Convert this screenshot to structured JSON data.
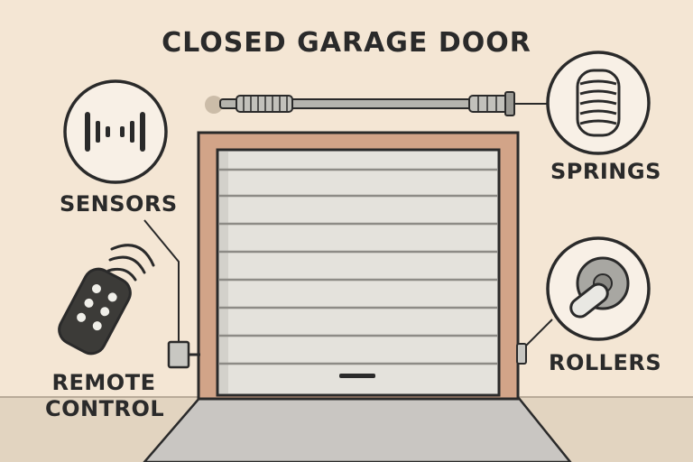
{
  "title": "CLOSED GARAGE DOOR",
  "labels": {
    "sensors": "SENSORS",
    "springs": "SPRINGS",
    "rollers": "ROLLERS",
    "remote_line1": "REMOTE",
    "remote_line2": "CONTROL"
  },
  "icons": {
    "sensors": "sensor-waves-icon",
    "springs": "coil-spring-icon",
    "rollers": "roller-icon",
    "remote": "remote-control-icon"
  },
  "colors": {
    "background": "#f4e6d4",
    "frame": "#d2a488",
    "door": "#e4e2dc",
    "outline": "#2a2a2a",
    "driveway": "#c9c6c2"
  }
}
